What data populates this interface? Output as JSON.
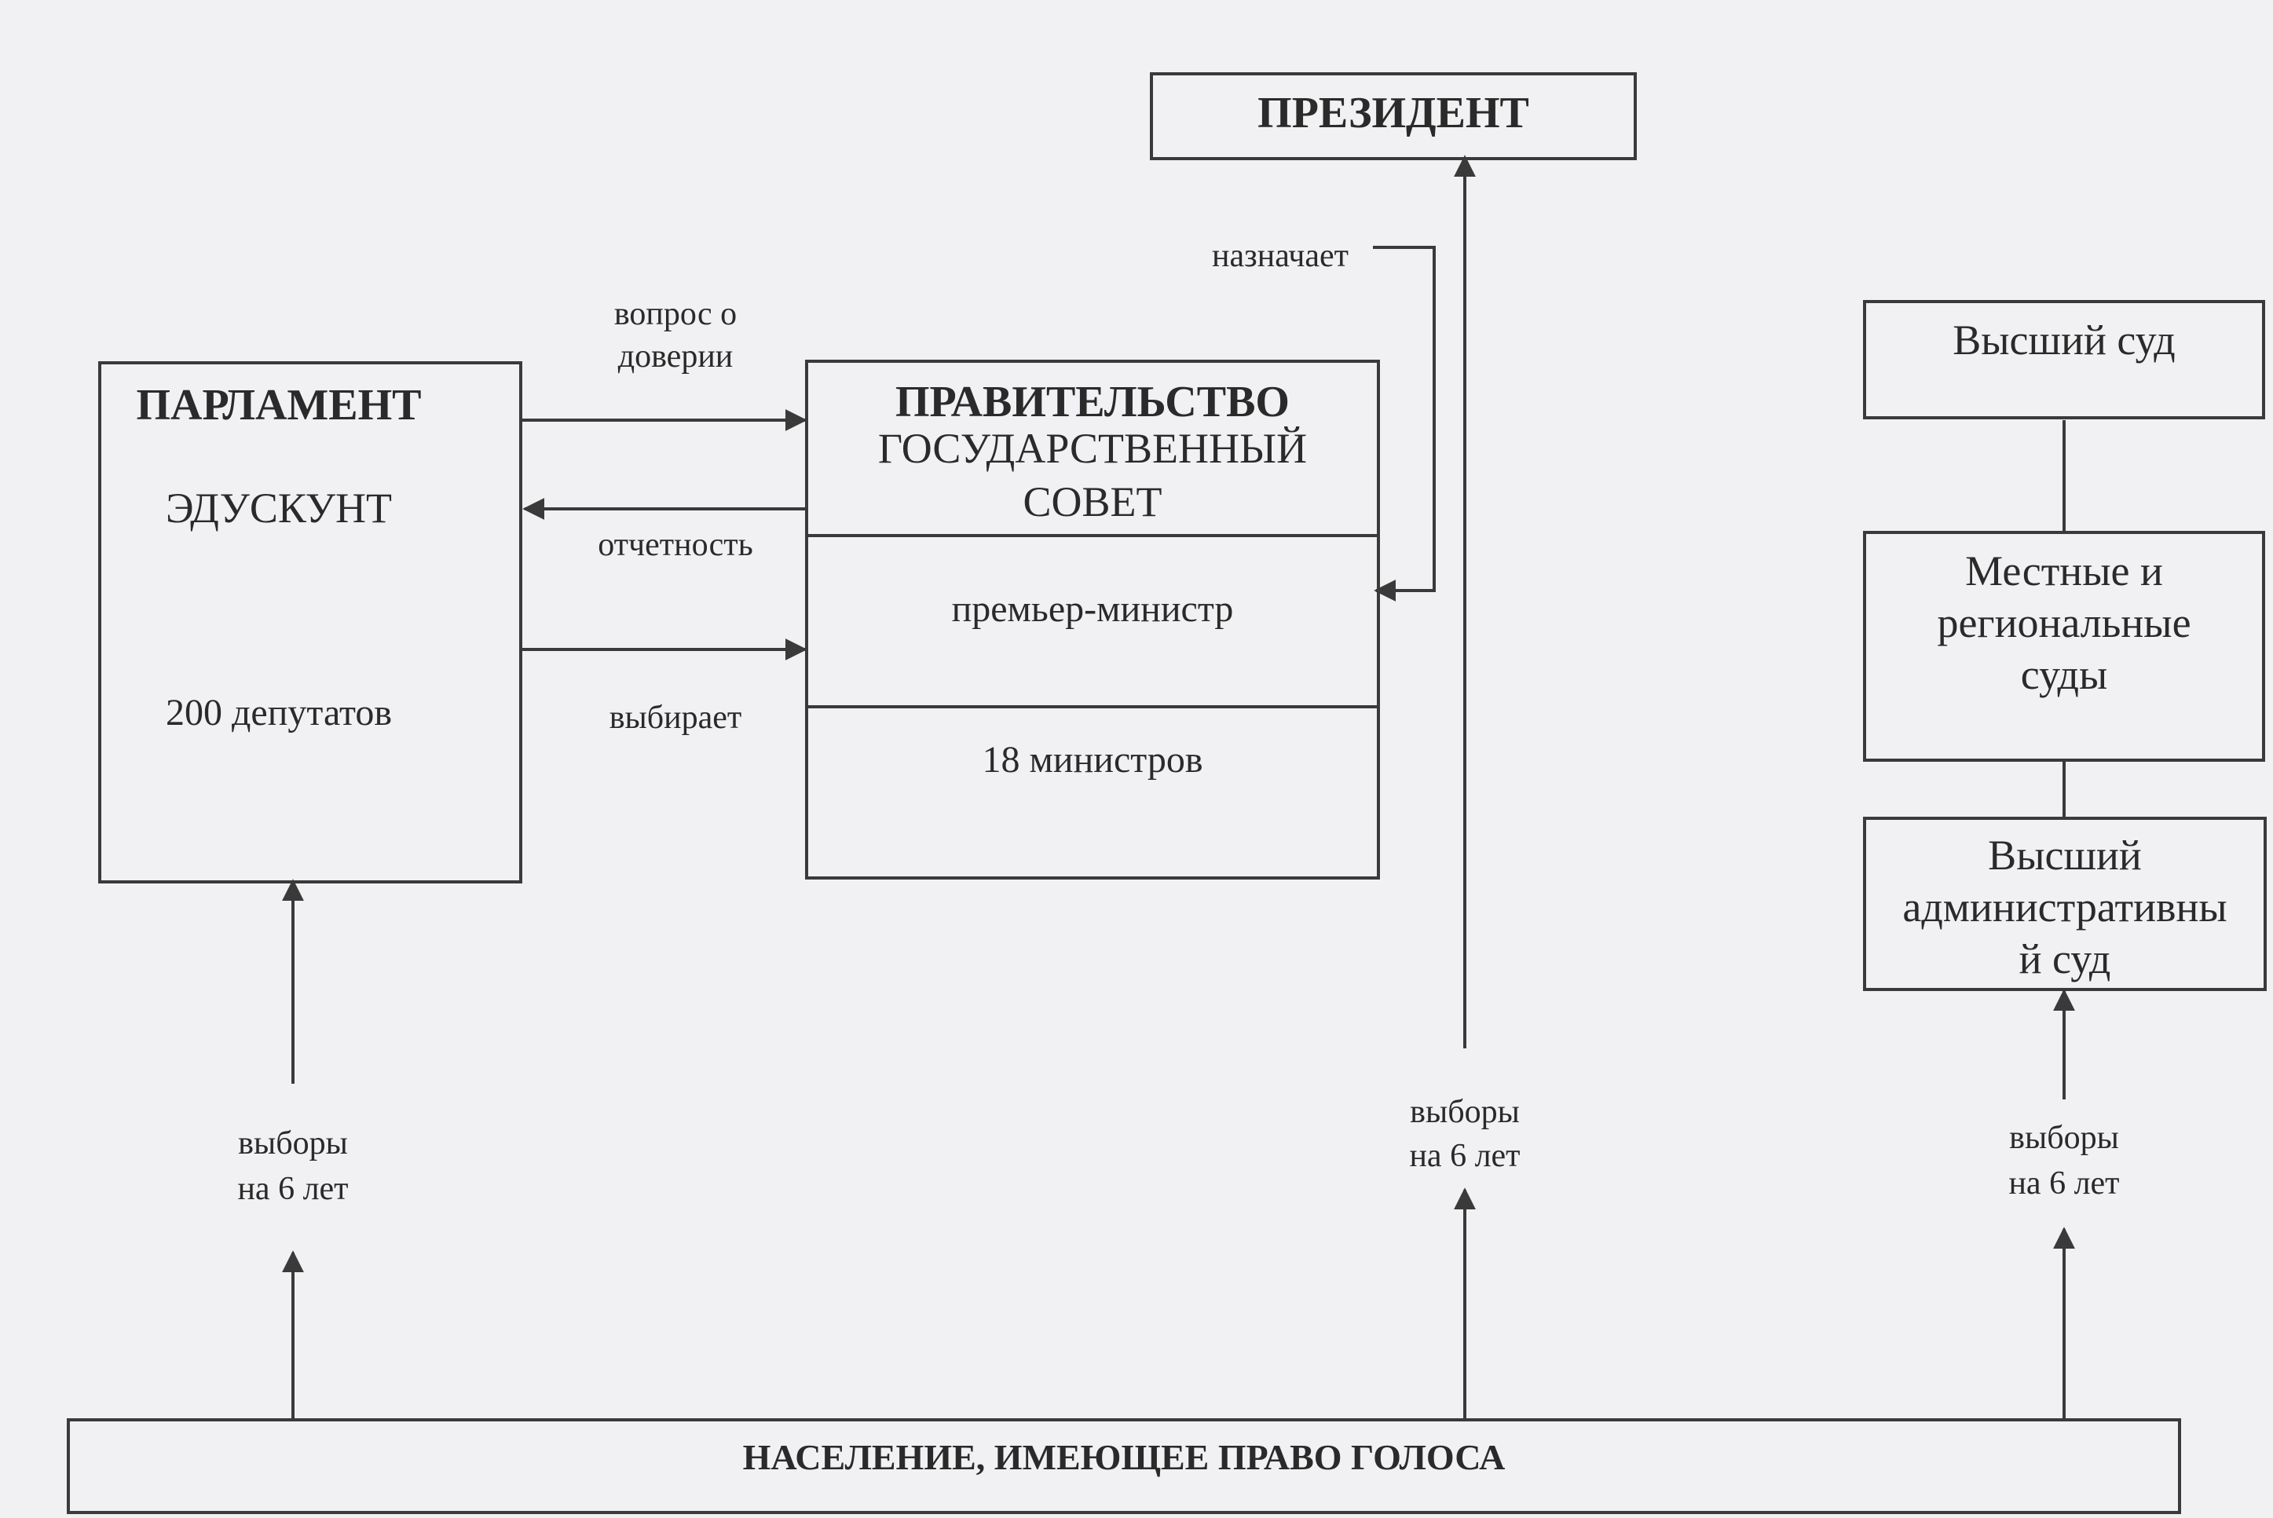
{
  "president": {
    "title": "ПРЕЗИДЕНТ"
  },
  "parliament": {
    "title": "ПАРЛАМЕНТ",
    "name": "ЭДУСКУНТ",
    "members": "200 депутатов"
  },
  "government": {
    "line1": "ПРАВИТЕЛЬСТВО",
    "line2": "ГОСУДАРСТВЕННЫЙ",
    "line3": "СОВЕТ",
    "head": "премьер-министр",
    "members": "18 министров"
  },
  "links": {
    "appoints": "назначает",
    "confidence_line1": "вопрос о",
    "confidence_line2": "доверии",
    "accountability": "отчетность",
    "elects": "выбирает"
  },
  "courts": {
    "supreme": "Высший суд",
    "local_line1": "Местные и",
    "local_line2": "региональные",
    "local_line3": "суды",
    "admin_line1": "Высший",
    "admin_line2": "административны",
    "admin_line3": "й суд"
  },
  "elections": {
    "parliament_line1": "выборы",
    "parliament_line2": "на 6 лет",
    "president_line1": "выборы",
    "president_line2": "на 6 лет",
    "courts_line1": "выборы",
    "courts_line2": "на 6 лет"
  },
  "population": {
    "title": "НАСЕЛЕНИЕ, ИМЕЮЩЕЕ ПРАВО ГОЛОСА"
  },
  "colors": {
    "ink": "#3a3a3a",
    "paper": "#f1f0f2"
  }
}
